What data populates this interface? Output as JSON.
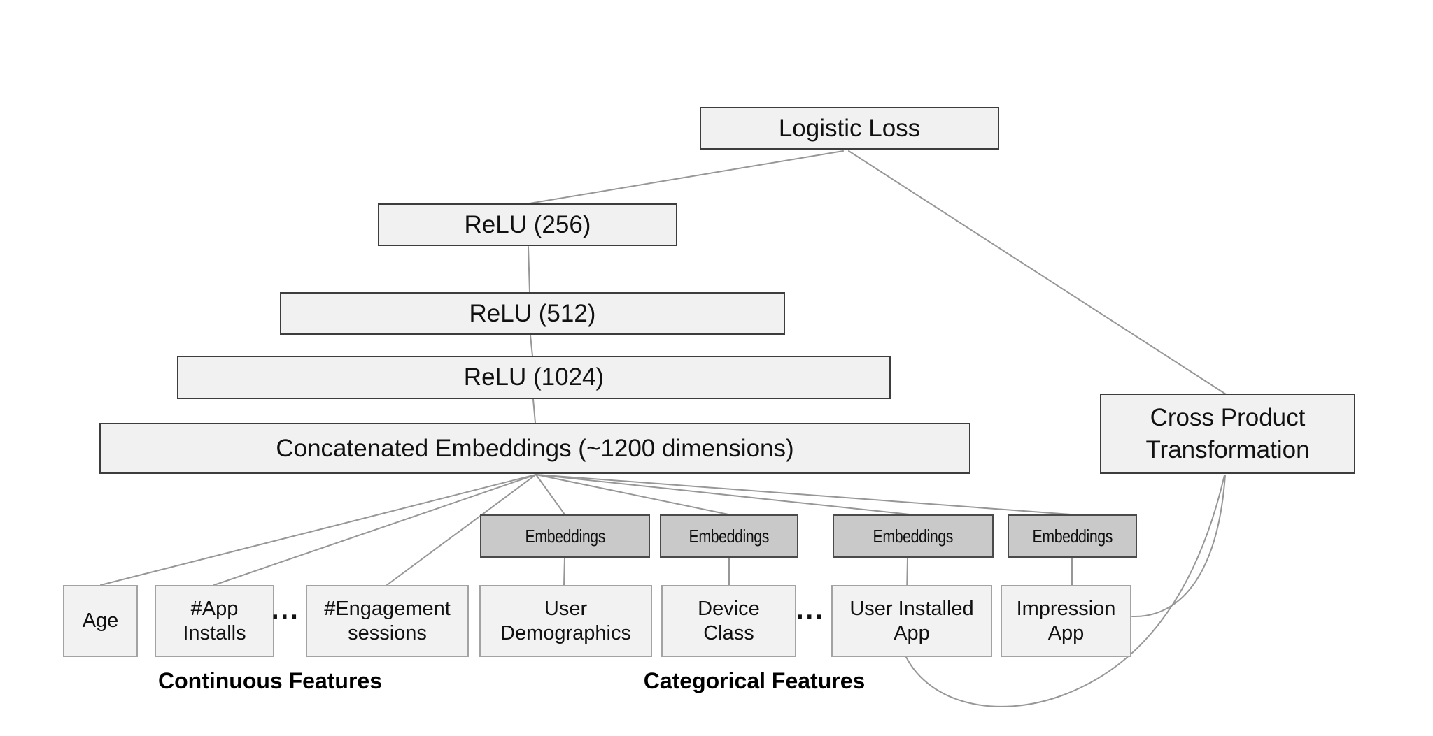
{
  "diagram": {
    "type": "neural-network-architecture",
    "nodes": {
      "logistic_loss": "Logistic Loss",
      "relu_256": "ReLU (256)",
      "relu_512": "ReLU (512)",
      "relu_1024": "ReLU (1024)",
      "concatenated": "Concatenated Embeddings (~1200 dimensions)",
      "cross_product": "Cross Product Transformation",
      "embeddings_1": "Embeddings",
      "embeddings_2": "Embeddings",
      "embeddings_3": "Embeddings",
      "embeddings_4": "Embeddings",
      "age": "Age",
      "app_installs": "#App Installs",
      "engagement_sessions": "#Engagement sessions",
      "user_demographics": "User Demographics",
      "device_class": "Device Class",
      "user_installed_app": "User Installed App",
      "impression_app": "Impression App"
    },
    "ellipses": {
      "continuous": "...",
      "categorical": "..."
    },
    "group_labels": {
      "continuous": "Continuous Features",
      "categorical": "Categorical Features"
    },
    "colors": {
      "background": "#ffffff",
      "box_fill": "#f1f1f1",
      "box_border": "#3d3d3d",
      "embedding_fill": "#c9c9c9",
      "embedding_border": "#4a4a4a",
      "feature_fill": "#f2f2f2",
      "feature_border": "#a3a3a3",
      "connector": "#979797",
      "text": "#111111"
    }
  }
}
